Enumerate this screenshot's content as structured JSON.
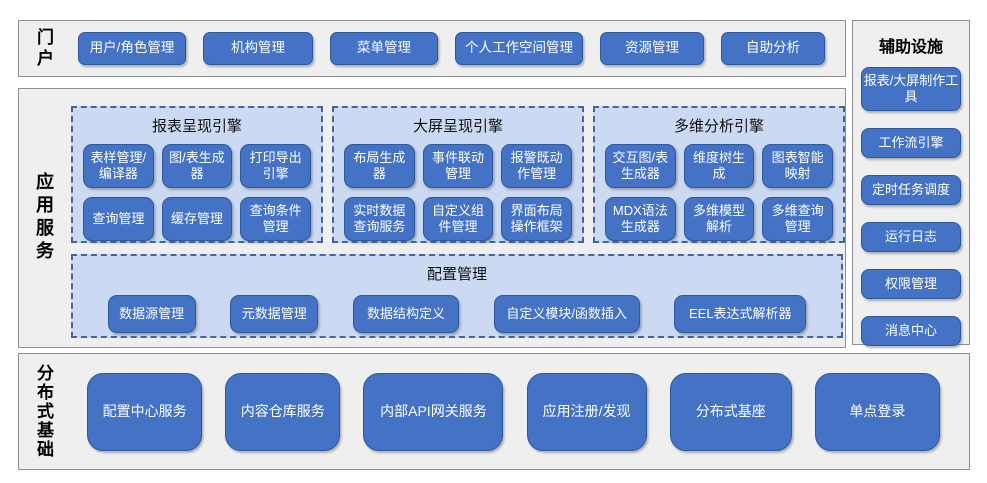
{
  "portal": {
    "label": "门户",
    "items": [
      "用户/角色管理",
      "机构管理",
      "菜单管理",
      "个人工作空间管理",
      "资源管理",
      "自助分析"
    ]
  },
  "app_services": {
    "label": "应用服务",
    "engines": [
      {
        "title": "报表呈现引擎",
        "items": [
          "表样管理/编译器",
          "图/表生成器",
          "打印导出引擎",
          "查询管理",
          "缓存管理",
          "查询条件管理"
        ]
      },
      {
        "title": "大屏呈现引擎",
        "items": [
          "布局生成器",
          "事件联动管理",
          "报警既动作管理",
          "实时数据查询服务",
          "自定义组件管理",
          "界面布局操作框架"
        ]
      },
      {
        "title": "多维分析引擎",
        "items": [
          "交互图/表生成器",
          "维度树生成",
          "图表智能映射",
          "MDX语法生成器",
          "多维模型解析",
          "多维查询管理"
        ]
      }
    ],
    "config": {
      "title": "配置管理",
      "items": [
        "数据源管理",
        "元数据管理",
        "数据结构定义",
        "自定义模块/函数插入",
        "EEL表达式解析器"
      ]
    }
  },
  "auxiliary": {
    "title": "辅助设施",
    "items": [
      "报表/大屏制作工具",
      "工作流引擎",
      "定时任务调度",
      "运行日志",
      "权限管理",
      "消息中心"
    ]
  },
  "distributed": {
    "label": "分布式基础",
    "items": [
      "配置中心服务",
      "内容仓库服务",
      "内部API网关服务",
      "应用注册/发现",
      "分布式基座",
      "单点登录"
    ]
  },
  "colors": {
    "node_fill": "#4472c4",
    "node_border": "#2d5a9e",
    "panel_fill": "#cbd9f2",
    "panel_border": "#46629f",
    "section_fill": "#efefef",
    "section_border": "#8f8f8f"
  }
}
